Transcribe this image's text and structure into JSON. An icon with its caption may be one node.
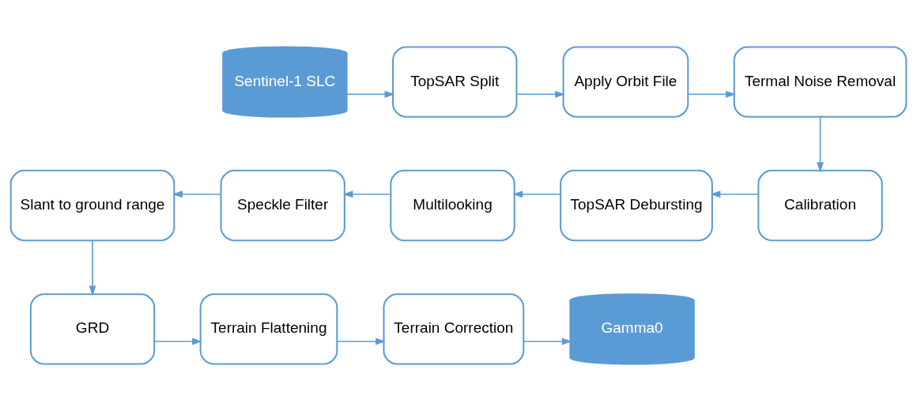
{
  "diagram": {
    "nodes": [
      {
        "text": [
          "Sentinel-1 SLC"
        ]
      },
      {
        "text": [
          "TopSAR Split"
        ]
      },
      {
        "text": [
          "Apply Orbit File"
        ]
      },
      {
        "text": [
          "Termal Noise Removal"
        ]
      },
      {
        "text": [
          "Calibration"
        ]
      },
      {
        "text": [
          "TopSAR Debursting"
        ]
      },
      {
        "text": [
          "Multilooking"
        ]
      },
      {
        "text": [
          "Speckle Filter"
        ]
      },
      {
        "text": [
          "Slant to ground range"
        ]
      },
      {
        "text": [
          "GRD"
        ]
      },
      {
        "text": [
          "Terrain Flattening"
        ]
      },
      {
        "text": [
          "Terrain Correction"
        ]
      },
      {
        "text": [
          "Gamma0"
        ]
      }
    ],
    "edges": [
      {
        "from": 0,
        "to": 1,
        "arrow": "to"
      },
      {
        "from": 1,
        "to": 2,
        "arrow": "to"
      },
      {
        "from": 2,
        "to": 3,
        "arrow": "to"
      },
      {
        "from": 3,
        "to": 4,
        "arrow": "to"
      },
      {
        "from": 4,
        "to": 5,
        "arrow": "to"
      },
      {
        "from": 5,
        "to": 6,
        "arrow": "to"
      },
      {
        "from": 6,
        "to": 7,
        "arrow": "to"
      },
      {
        "from": 7,
        "to": 8,
        "arrow": "to"
      },
      {
        "from": 8,
        "to": 9,
        "arrow": "to"
      },
      {
        "from": 9,
        "to": 10,
        "arrow": "to"
      },
      {
        "from": 10,
        "to": 11,
        "arrow": "to"
      },
      {
        "from": 11,
        "to": 12,
        "arrow": "to"
      }
    ]
  }
}
